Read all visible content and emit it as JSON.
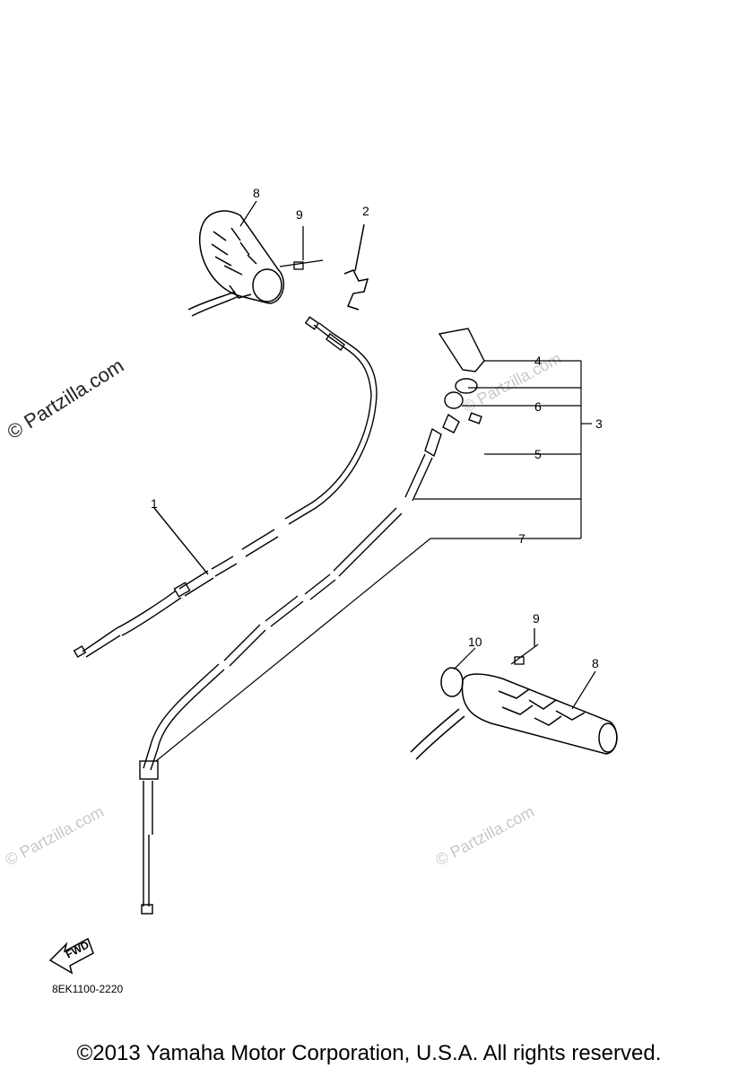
{
  "watermark": "© Partzilla.com",
  "callouts": [
    "1",
    "2",
    "3",
    "4",
    "5",
    "6",
    "7",
    "8",
    "9",
    "10"
  ],
  "fwd_label": "FWD",
  "part_code": "8EK1100-2220",
  "copyright": "©2013  Yamaha Motor Corporation, U.S.A. All rights reserved."
}
